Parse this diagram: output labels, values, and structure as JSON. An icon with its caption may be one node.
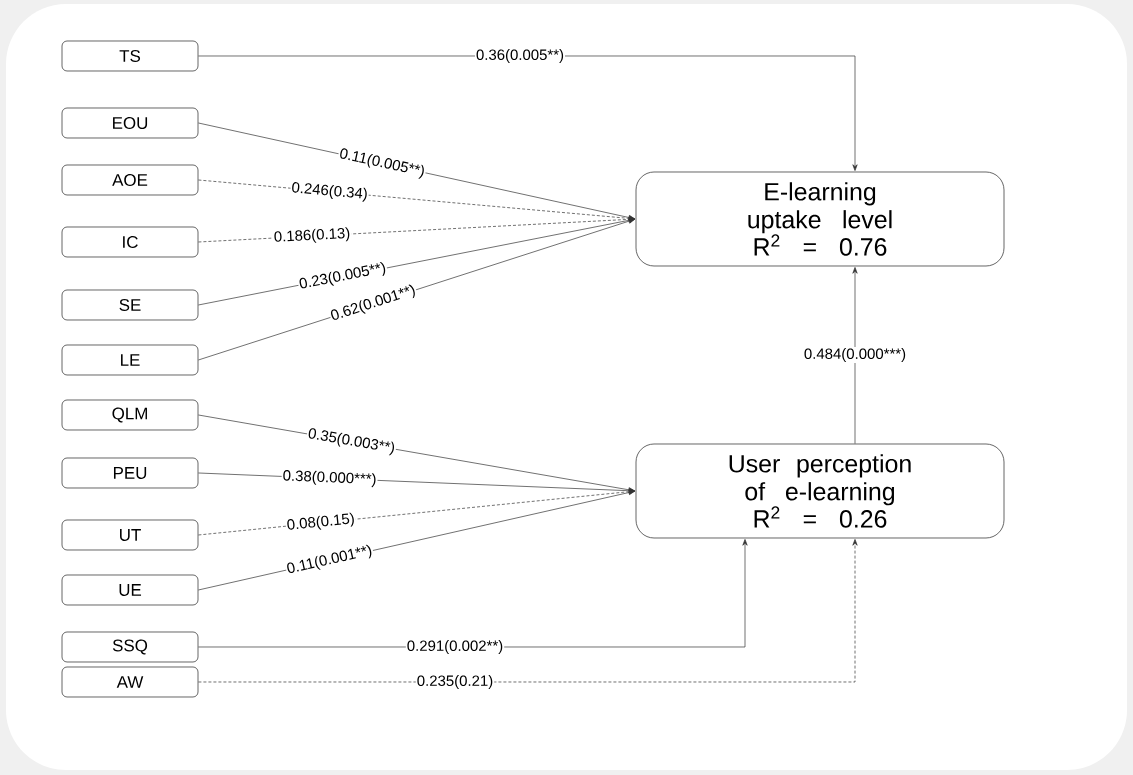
{
  "diagram": {
    "nodes": [
      {
        "text": [
          "TS"
        ]
      },
      {
        "text": [
          "EOU"
        ]
      },
      {
        "text": [
          "AOE"
        ]
      },
      {
        "text": [
          "IC"
        ]
      },
      {
        "text": [
          "SE"
        ]
      },
      {
        "text": [
          "LE"
        ]
      },
      {
        "text": [
          "QLM"
        ]
      },
      {
        "text": [
          "PEU"
        ]
      },
      {
        "text": [
          "UT"
        ]
      },
      {
        "text": [
          "UE"
        ]
      },
      {
        "text": [
          "SSQ"
        ]
      },
      {
        "text": [
          "AW"
        ]
      },
      {
        "text": [
          "E-learning uptake level",
          "R$^{2}$ = 0.76"
        ]
      },
      {
        "text": [
          "User perception of e-learning",
          "R$^{2}$ = 0.26"
        ]
      }
    ],
    "edges": [
      {
        "from": 0,
        "to": 12,
        "arrow": "to",
        "label": "0.36(0.005**)"
      },
      {
        "from": 1,
        "to": 12,
        "arrow": "to",
        "label": "0.11(0.005**)"
      },
      {
        "from": 2,
        "to": 12,
        "arrow": "to",
        "label": "0.246(0.34)",
        "style": "dashed"
      },
      {
        "from": 3,
        "to": 12,
        "arrow": "to",
        "label": "0.186(0.13)",
        "style": "dashed"
      },
      {
        "from": 4,
        "to": 12,
        "arrow": "to",
        "label": "0.23(0.005**)"
      },
      {
        "from": 5,
        "to": 12,
        "arrow": "to",
        "label": "0.62(0.001**)"
      },
      {
        "from": 13,
        "to": 12,
        "arrow": "to",
        "label": "0.484(0.000***)"
      },
      {
        "from": 6,
        "to": 13,
        "arrow": "to",
        "label": "0.35(0.003**)"
      },
      {
        "from": 7,
        "to": 13,
        "arrow": "to",
        "label": "0.38(0.000***)"
      },
      {
        "from": 8,
        "to": 13,
        "arrow": "to",
        "label": "0.08(0.15)",
        "style": "dashed"
      },
      {
        "from": 9,
        "to": 13,
        "arrow": "to",
        "label": "0.11(0.001**)"
      },
      {
        "from": 10,
        "to": 13,
        "arrow": "to",
        "label": "0.291(0.002**)"
      },
      {
        "from": 11,
        "to": 13,
        "arrow": "to",
        "label": "0.235(0.21)",
        "style": "dashed"
      }
    ]
  }
}
